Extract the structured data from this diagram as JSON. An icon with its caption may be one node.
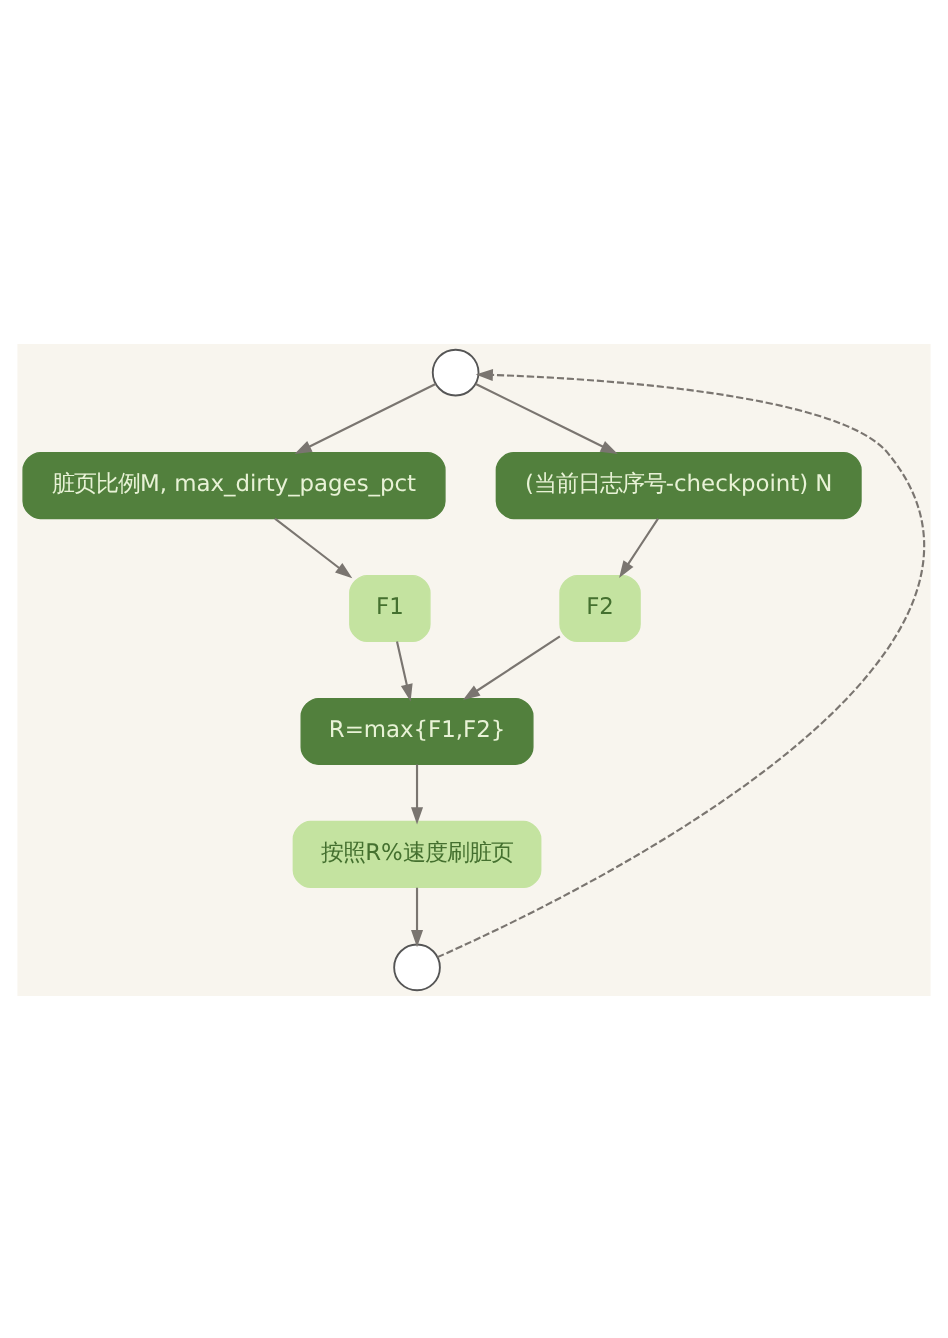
{
  "diagram": {
    "nodes": [
      {
        "text": [],
        "shape": "circle"
      },
      {
        "text": [
          "脏页比例M, max_dirty_pages_pct"
        ]
      },
      {
        "text": [
          "(当前日志序号-checkpoint) N"
        ]
      },
      {
        "text": [
          "F1"
        ]
      },
      {
        "text": [
          "F2"
        ]
      },
      {
        "text": [
          "R=max{F1,F2}"
        ]
      },
      {
        "text": [
          "按照R%速度刷脏页"
        ]
      },
      {
        "text": [],
        "shape": "circle"
      }
    ],
    "edges": [
      {
        "from": 0,
        "to": 1,
        "arrow": "to"
      },
      {
        "from": 0,
        "to": 2,
        "arrow": "to"
      },
      {
        "from": 1,
        "to": 3,
        "arrow": "to"
      },
      {
        "from": 2,
        "to": 4,
        "arrow": "to"
      },
      {
        "from": 3,
        "to": 5,
        "arrow": "to"
      },
      {
        "from": 4,
        "to": 5,
        "arrow": "to"
      },
      {
        "from": 5,
        "to": 6,
        "arrow": "to"
      },
      {
        "from": 6,
        "to": 7,
        "arrow": "to"
      },
      {
        "from": 7,
        "to": 0,
        "arrow": "to",
        "style": "dashed"
      }
    ]
  }
}
